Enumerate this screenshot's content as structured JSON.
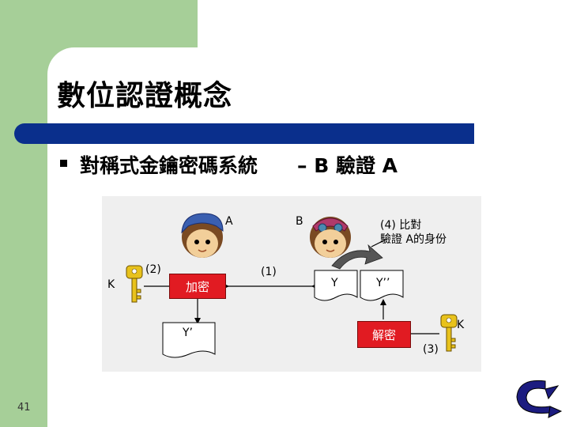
{
  "slide": {
    "title": "數位認證概念",
    "bullet": "對稱式金鑰密碼系統",
    "bullet_suffix": "– B 驗證 A",
    "page_number": "41"
  },
  "diagram": {
    "label_a": "A",
    "label_b": "B",
    "step_compare": "(4) 比對",
    "step_compare_detail": "驗證 A的身份",
    "step_encrypt": "(2)",
    "step_send": "(1)",
    "step_decrypt": "(3)",
    "key_left": "K",
    "key_right": "K",
    "encrypt_box": "加密",
    "decrypt_box": "解密",
    "doc_y_prime": "Y’",
    "doc_y": "Y",
    "doc_y_double_prime": "Y’’"
  },
  "colors": {
    "accent_green": "#a6cf98",
    "title_bar": "#0a2f8c",
    "box_red": "#e11b22",
    "key_gold": "#e8c21c"
  },
  "icons": [
    "person-a-icon",
    "person-b-icon",
    "key-icon",
    "curved-arrow-icon",
    "return-nav-icon"
  ]
}
